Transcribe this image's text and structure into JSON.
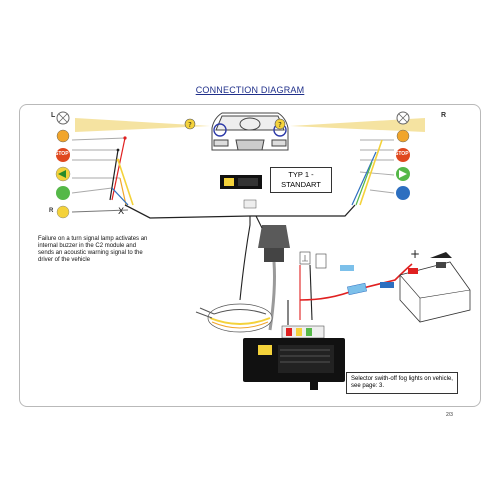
{
  "title": "CONNECTION DIAGRAM",
  "left_label": "L",
  "right_label": "R",
  "lamps": {
    "stop_label": "STOP",
    "r_label": "R"
  },
  "cross_mark": "X",
  "module_box": {
    "line1": "TYP 1  -",
    "line2": "STANDART"
  },
  "warning_note": "Failure on a turn signal lamp activates an internal buzzer in the C2 module and sends an acoustic warning signal to the driver of the vehicle",
  "selector_note": "Selector swith-off fog lights on vehicle, see page: 3.",
  "battery_plus": "+",
  "page_number": "2/3",
  "colors": {
    "title": "#1f2f8a",
    "beam": "#f3dc8a",
    "stop_red": "#e0481f",
    "yellow": "#f4d23a",
    "green": "#55b848",
    "blue": "#2d6fc0",
    "orange": "#f1a52b",
    "red_wire": "#e02020"
  }
}
